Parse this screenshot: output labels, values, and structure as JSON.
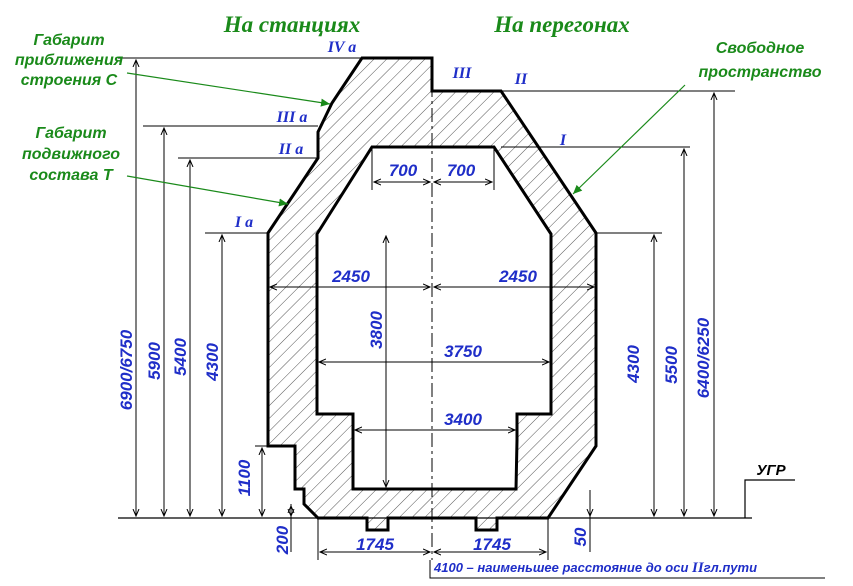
{
  "headings": {
    "stations": "На станциях",
    "hauls": "На перегонах"
  },
  "labels": {
    "gabarit_c": [
      "Габарит",
      "приближения",
      "строения С"
    ],
    "gabarit_t": [
      "Габарит",
      "подвижного",
      "состава Т"
    ],
    "free_space": [
      "Свободное",
      "пространство"
    ],
    "ugr": "УГР"
  },
  "levels": {
    "iv_a": "IV а",
    "iii": "III",
    "ii": "II",
    "iii_a": "III а",
    "ii_a": "II а",
    "i": "I",
    "i_a": "I а"
  },
  "dimensions": {
    "w700_left": "700",
    "w700_right": "700",
    "w2450_left": "2450",
    "w2450_right": "2450",
    "w3750": "3750",
    "w3400": "3400",
    "w1745_left": "1745",
    "w1745_right": "1745",
    "h3800": "3800",
    "h6900_6750": "6900/6750",
    "h5900": "5900",
    "h5400": "5400",
    "h4300_left": "4300",
    "h1100": "1100",
    "h200": "200",
    "h4300_right": "4300",
    "h5500": "5500",
    "h6400_6250": "6400/6250",
    "h50": "50"
  },
  "footnote": {
    "prefix": "4100 – наименьшее расстояние до оси ",
    "track": "II",
    "suffix": "гл.пути"
  },
  "colors": {
    "heading": "#1a8a1a",
    "dimension": "#1f2ec8",
    "outline": "#000000"
  }
}
